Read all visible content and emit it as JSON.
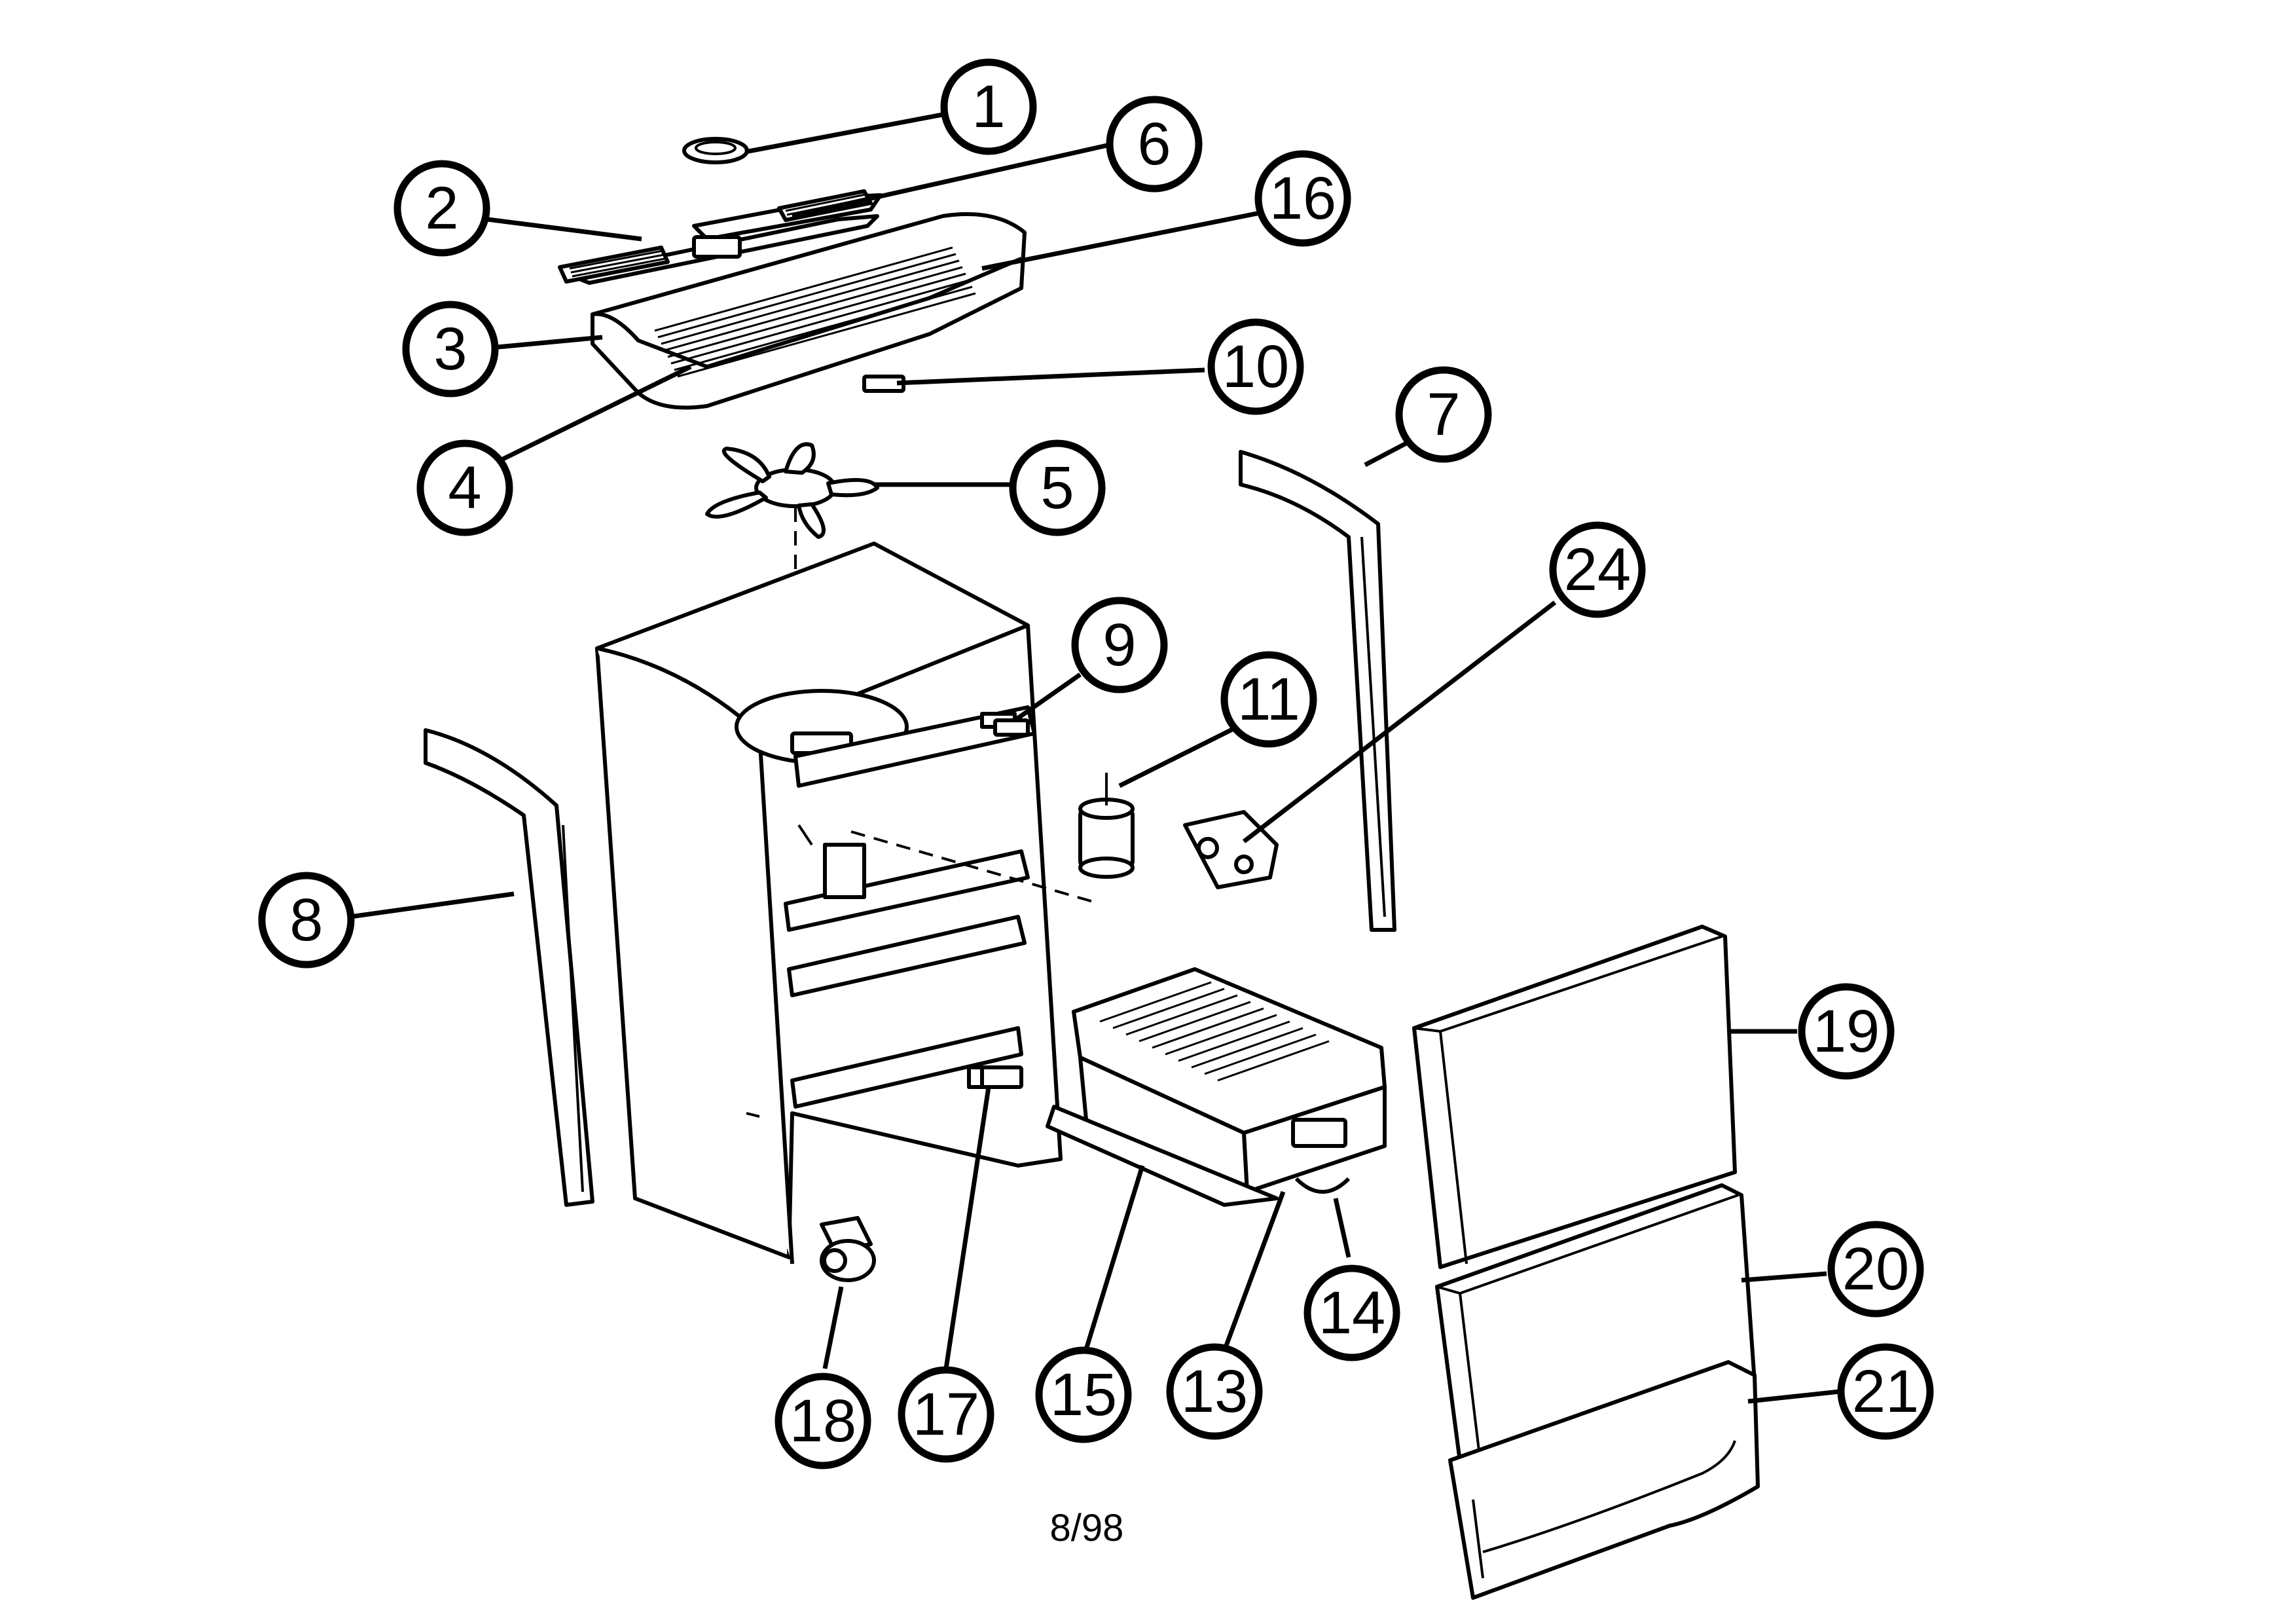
{
  "page_number": "8/98",
  "callouts": [
    {
      "label": "1"
    },
    {
      "label": "2"
    },
    {
      "label": "3"
    },
    {
      "label": "4"
    },
    {
      "label": "5"
    },
    {
      "label": "6"
    },
    {
      "label": "7"
    },
    {
      "label": "8"
    },
    {
      "label": "9"
    },
    {
      "label": "10"
    },
    {
      "label": "11"
    },
    {
      "label": "13"
    },
    {
      "label": "14"
    },
    {
      "label": "15"
    },
    {
      "label": "16"
    },
    {
      "label": "17"
    },
    {
      "label": "18"
    },
    {
      "label": "19"
    },
    {
      "label": "20"
    },
    {
      "label": "21"
    },
    {
      "label": "24"
    }
  ]
}
